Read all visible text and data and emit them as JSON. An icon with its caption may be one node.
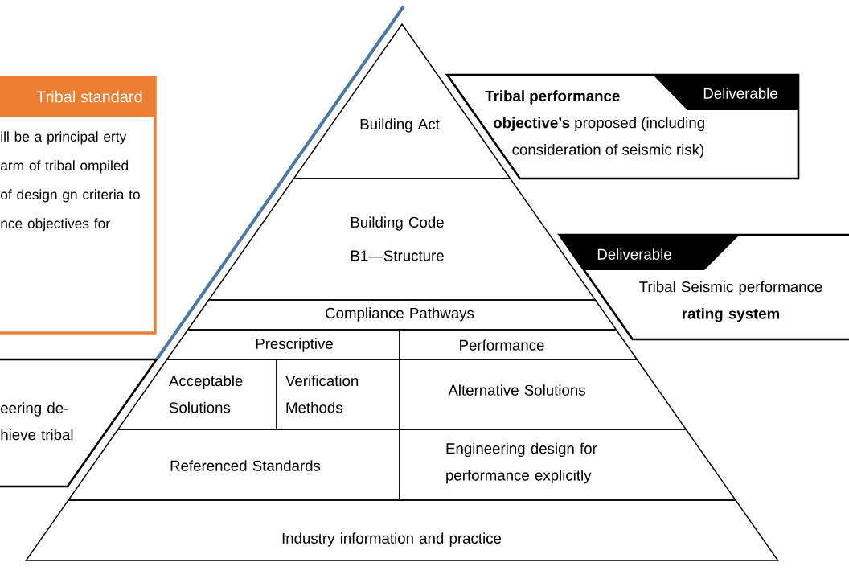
{
  "diagram": {
    "nodes": [
      {
        "text": [
          "Tribal standard",
          "ill be a principal erty arm of tribal ompiled of design gn criteria to nce objectives for"
        ]
      },
      {
        "text": [
          "eering de- hieve tribal"
        ]
      },
      {
        "text": [
          "Building Act"
        ]
      },
      {
        "text": [
          "Building Code",
          "B1—Structure"
        ]
      },
      {
        "text": [
          "Compliance Pathways"
        ]
      },
      {
        "text": [
          "Prescriptive"
        ]
      },
      {
        "text": [
          "Performance"
        ]
      },
      {
        "text": [
          "Acceptable Solutions"
        ]
      },
      {
        "text": [
          "Verification Methods"
        ]
      },
      {
        "text": [
          "Alternative Solutions"
        ]
      },
      {
        "text": [
          "Referenced Standards"
        ]
      },
      {
        "text": [
          "Engineering design for performance explicitly"
        ]
      },
      {
        "text": [
          "Industry information and practice"
        ]
      },
      {
        "text": [
          "**Tribal performance objective’s** proposed (including consideration of seismic risk)",
          "Deliverable"
        ]
      },
      {
        "text": [
          "Deliverable",
          "Tribal Seismic performance **rating system**"
        ]
      }
    ]
  }
}
